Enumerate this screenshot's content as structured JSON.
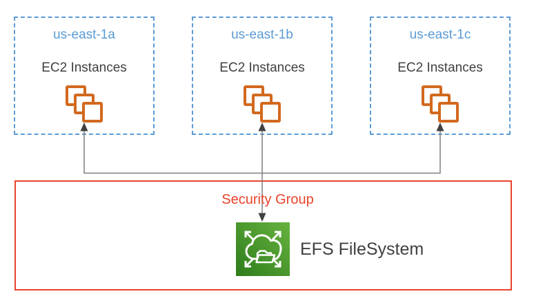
{
  "zones": [
    {
      "name": "us-east-1a",
      "service_label": "EC2 Instances",
      "icon": "ec2-instances-icon"
    },
    {
      "name": "us-east-1b",
      "service_label": "EC2 Instances",
      "icon": "ec2-instances-icon"
    },
    {
      "name": "us-east-1c",
      "service_label": "EC2 Instances",
      "icon": "ec2-instances-icon"
    }
  ],
  "security_group": {
    "label": "Security Group"
  },
  "efs": {
    "label": "EFS FileSystem",
    "icon": "efs-filesystem-icon"
  },
  "connections": {
    "description": "Each EC2 Instances group connects via arrows to the EFS FileSystem inside the Security Group",
    "arrow_style": "gray line, dark arrowheads"
  },
  "colors": {
    "zone_border": "#5B9BD5",
    "zone_title": "#5B9BD5",
    "text_dark": "#404040",
    "ec2_orange": "#D2691E",
    "security_red": "#E8432B",
    "connector_gray": "#7F7F7F",
    "arrowhead_dark": "#404040",
    "efs_green_dark": "#2E7D1C",
    "efs_green_light": "#67B23F"
  }
}
